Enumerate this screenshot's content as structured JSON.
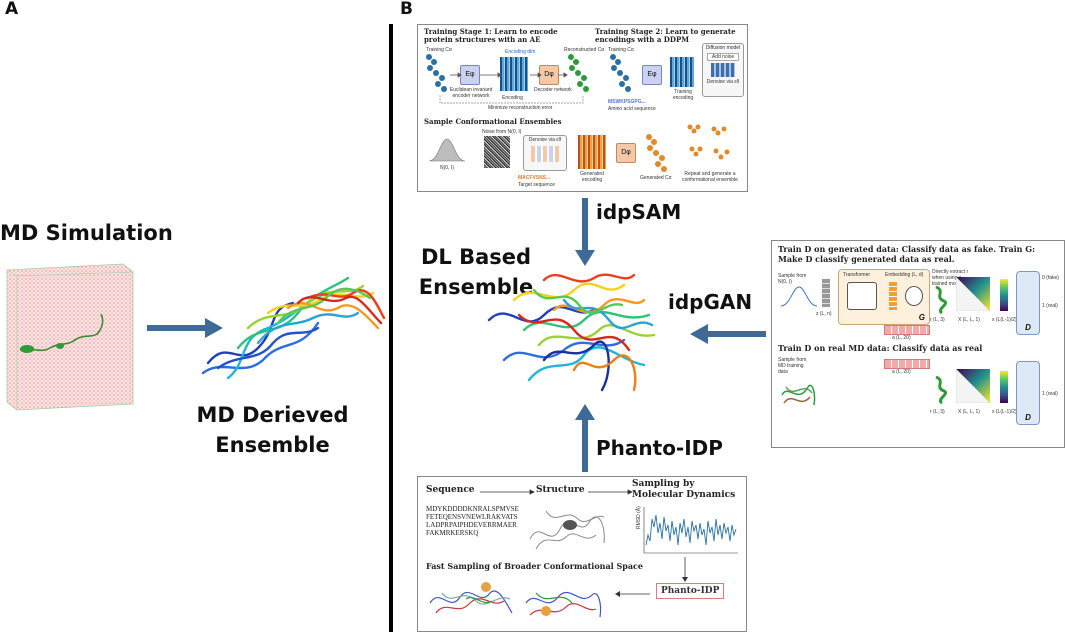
{
  "panel_a": {
    "letter": "A",
    "md_simulation_label": "MD Simulation",
    "md_derived_label_line1": "MD Derieved",
    "md_derived_label_line2": "Ensemble"
  },
  "panel_b": {
    "letter": "B",
    "center_label_line1": "DL Based",
    "center_label_line2": "Ensemble",
    "method_top": "idpSAM",
    "method_right": "idpGAN",
    "method_bottom": "Phanto-IDP"
  },
  "idpsam_box": {
    "stage1_title_line1": "Training Stage 1: Learn to encode",
    "stage1_title_line2": "protein structures with an AE",
    "stage2_title_line1": "Training Stage 2: Learn to generate",
    "stage2_title_line2": "encodings with a DDPM",
    "sample_title": "Sample Conformational Ensembles",
    "labels": {
      "training_ca": "Training Cα",
      "reconstructed_ca": "Reconstructed Cα",
      "encoding_dim": "Encoding dim",
      "encoder": "Euclidean invariant encoder network",
      "encoding": "Encoding",
      "decoder": "Decoder network",
      "min_error": "Minimize reconstruction error",
      "training_ca_2": "Training Cα",
      "training_encoding": "Training encoding",
      "diffusion_model": "Diffusion model",
      "add_noise": "Add noise",
      "denoise": "Denoise via εθ",
      "aa_seq_code": "MSWKPSGPG...",
      "aa_seq": "Amino acid sequence",
      "normal": "N(0, I)",
      "noise_from": "Noise from N(0, I)",
      "denoise_via": "Denoise via εθ",
      "target_seq_code": "MACFVSNS...",
      "target_seq": "Target sequence",
      "generated_encoding": "Generated encoding",
      "generated_ca": "Generated Cα",
      "repeat": "Repeat and generate a conformational ensemble",
      "e_phi": "Eφ",
      "d_phi": "Dφ"
    }
  },
  "idpgan_box": {
    "title1_line1": "Train D on generated data: Classify data as fake. Train G:",
    "title1_line2": "Make D classify generated data as real.",
    "title2": "Train D on real MD data: Classify data as real",
    "labels": {
      "sample_from": "Sample from N(0, I)",
      "transformer": "Transformer",
      "embedding": "Embedding (L, d)",
      "directly_extract": "Directly extract r when using a trained model",
      "z_dim": "z (L, n)",
      "r_dim": "r (L, 3)",
      "x_dim": "X (L, L, 1)",
      "x_tri": "x (L(L-1)/2)",
      "a_dim": "a (L, 20)",
      "g": "G",
      "d": "D",
      "fake": "0 (fake)",
      "real": "1 (real)",
      "sample_md": "Sample from MD training data"
    }
  },
  "phanto_box": {
    "sequence_head": "Sequence",
    "structure_head": "Structure",
    "sampling_head_line1": "Sampling by",
    "sampling_head_line2": "Molecular Dynamics",
    "seq_lines": [
      "MDYKDDDDKNRALSPMVSE",
      "FETEQENSVNEWLRAKVATS",
      "LADPRPAIPHDEVERRMAER",
      "FAKMRKERSKQ"
    ],
    "fast_sampling": "Fast Sampling of Broader Conformational Space",
    "phanto_label": "Phanto-IDP",
    "axis_y": "RMSD (Å)"
  },
  "colors": {
    "arrow": "#3d6a96",
    "sim_box_fill": "#fbe3e3",
    "helix_green": "#2e9b3a",
    "encoder_blue": "#c9d3f0",
    "decoder_orange": "#f5c9a8",
    "trajectory_blue": "#2a6fa5"
  }
}
